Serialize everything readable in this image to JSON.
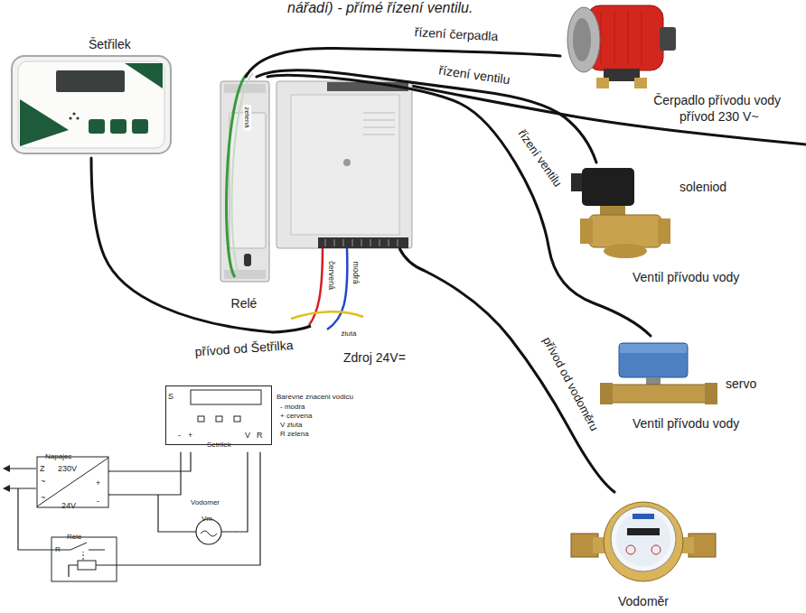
{
  "diagram": {
    "caption": "nářadí) - přímé řízení ventilu.",
    "nodes": [
      {
        "text": [
          "Šetřilek"
        ]
      },
      {
        "text": [
          "Relé"
        ]
      },
      {
        "text": [
          "Zdroj 24V="
        ]
      },
      {
        "text": [
          "Čerpadlo přívodu vody"
        ]
      },
      {
        "text": [
          "soleniod",
          "Ventil přívodu vody"
        ]
      },
      {
        "text": [
          "servo",
          "Ventil přívodu vody"
        ]
      },
      {
        "text": [
          "Vodoměr"
        ]
      },
      {
        "text": [
          "S",
          "-",
          "+",
          "V",
          "R",
          "Setrilek"
        ]
      },
      {
        "text": [
          "Napajec",
          "Z",
          "230V",
          "~",
          "+",
          "~",
          "24V",
          "-"
        ]
      },
      {
        "text": [
          "Vodomer",
          "Vm"
        ]
      },
      {
        "text": [
          "Rele",
          "R"
        ]
      }
    ],
    "edges": [
      {
        "from": 0,
        "to": 2,
        "arrow": "none",
        "label": "přívod od Šetřilka"
      },
      {
        "from": 1,
        "to": 3,
        "arrow": "none",
        "label": "řízení čerpadla"
      },
      {
        "from": 1,
        "to": 4,
        "arrow": "none",
        "label": "řízení ventilu"
      },
      {
        "from": 1,
        "to": 5,
        "arrow": "none",
        "label": "řízení ventilu"
      },
      {
        "from": 2,
        "to": 6,
        "arrow": "none",
        "label": "přívod od vodoměru"
      },
      {
        "from": 8,
        "to": 7,
        "arrow": "none"
      },
      {
        "from": 8,
        "to": 7,
        "arrow": "none"
      },
      {
        "from": 7,
        "to": 9,
        "arrow": "none"
      },
      {
        "from": 7,
        "to": 10,
        "arrow": "none"
      }
    ],
    "labels": [
      "přívod 230 V~",
      "zelená",
      "červená",
      "modrá",
      "žlutá",
      "Barevne znaceni vodicu",
      "- modra",
      "+ cervena",
      "V zluta",
      "R zelena"
    ]
  }
}
